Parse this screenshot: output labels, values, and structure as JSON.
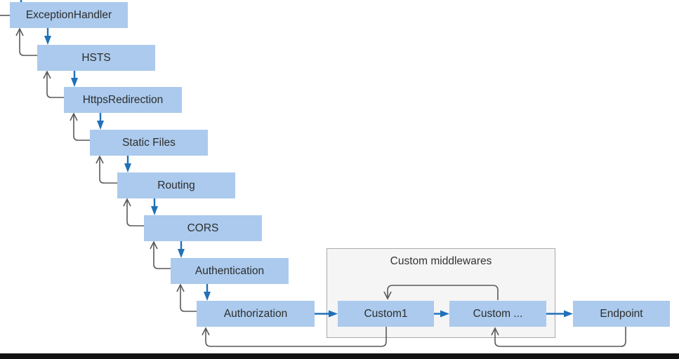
{
  "diagram": {
    "group": {
      "label": "Custom middlewares"
    },
    "nodes": [
      {
        "id": "exception-handler",
        "label": "ExceptionHandler"
      },
      {
        "id": "hsts",
        "label": "HSTS"
      },
      {
        "id": "https-redirection",
        "label": "HttpsRedirection"
      },
      {
        "id": "static-files",
        "label": "Static Files"
      },
      {
        "id": "routing",
        "label": "Routing"
      },
      {
        "id": "cors",
        "label": "CORS"
      },
      {
        "id": "authentication",
        "label": "Authentication"
      },
      {
        "id": "authorization",
        "label": "Authorization"
      },
      {
        "id": "custom1",
        "label": "Custom1"
      },
      {
        "id": "custom-ellipsis",
        "label": "Custom ..."
      },
      {
        "id": "endpoint",
        "label": "Endpoint"
      }
    ],
    "colors": {
      "node_fill": "#ABCAED",
      "request_arrow": "#2071B9",
      "response_arrow": "#58595B",
      "group_fill": "#F5F5F5",
      "group_border": "#A9A9A9",
      "bottom_bar": "#121212"
    }
  }
}
